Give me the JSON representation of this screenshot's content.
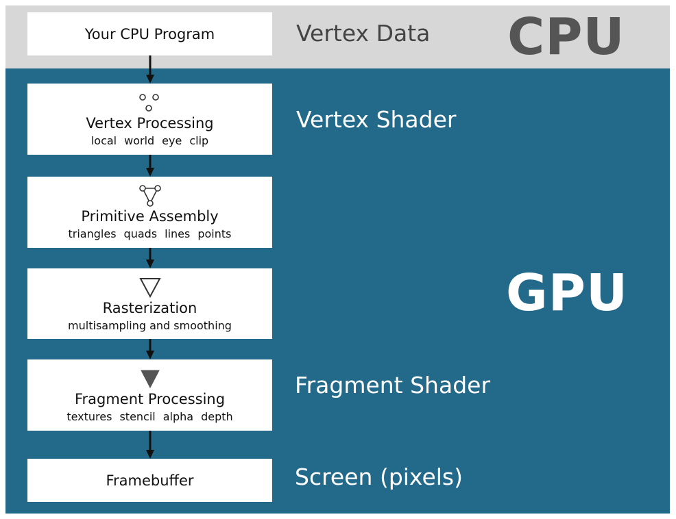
{
  "stages": [
    {
      "title": "Your CPU Program",
      "subs": []
    },
    {
      "icon": "vertices-icon",
      "title": "Vertex Processing",
      "subs": [
        "local",
        "world",
        "eye",
        "clip"
      ]
    },
    {
      "icon": "triangle-outline-icon",
      "title": "Primitive Assembly",
      "subs": [
        "triangles",
        "quads",
        "lines",
        "points"
      ]
    },
    {
      "icon": "hollow-triangle-icon",
      "title": "Rasterization",
      "subs": [
        "multisampling and smoothing"
      ]
    },
    {
      "icon": "filled-triangle-icon",
      "title": "Fragment Processing",
      "subs": [
        "textures",
        "stencil",
        "alpha",
        "depth"
      ]
    },
    {
      "title": "Framebuffer",
      "subs": []
    }
  ],
  "labels": {
    "vertex_data": "Vertex Data",
    "vertex_shader": "Vertex Shader",
    "fragment_shader": "Fragment Shader",
    "screen": "Screen (pixels)"
  },
  "regions": {
    "cpu": "CPU",
    "gpu": "GPU"
  },
  "colors": {
    "cpu_band": "#d7d7d7",
    "gpu_area": "#236a8a",
    "cpu_text": "#555555",
    "arrow": "#111111"
  }
}
